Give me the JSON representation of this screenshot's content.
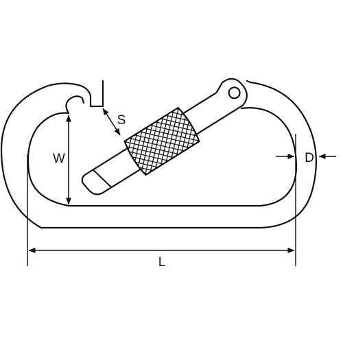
{
  "diagram": {
    "labels": {
      "width": "W",
      "gate_gap": "S",
      "wire_diameter": "D",
      "length": "L"
    },
    "colors": {
      "stroke": "#111111",
      "background": "#ffffff"
    }
  }
}
